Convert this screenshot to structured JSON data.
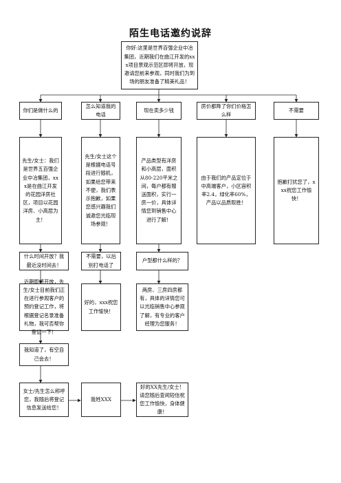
{
  "title": "陌生电话邀约说辞",
  "intro": "你好:这里是世界百强企业中冶集团，近期我们在曲江开发的xxx项目景观示范区即将开放，现邀请您前来参观，同时我们为到场的朋友准备了精美礼品！",
  "branches": [
    {
      "question": "你们是做什么的",
      "answer": "先生/女士：我们是世界五百强企业中冶集团，xxx是在曲江开发的花园洋房社区，项目以花园洋房、小高层为主！"
    },
    {
      "question": "怎么知道我的电话",
      "answer": "先生/女士这个是根据电话号段进行随机，如果给您带来不便，我们表示抱歉，如果您感兴趣我们诚邀您光临现场参观！"
    },
    {
      "question": "现在卖多少钱",
      "answer": "产品类型有洋房和小高层，面积从80-220平米之间，每户都有赠送面积，实行一房一价，具体详情您到销售中心进行了解！"
    },
    {
      "question": "房价都降了你们价格怎么样",
      "answer": "由于我们的产品定位于中高端客户，小区容积率2.4，绿化率60%，产品以品质取胜！"
    },
    {
      "question": "不需要",
      "answer": "抱歉打扰您了，xxx祝您工作愉快！"
    }
  ],
  "row3": {
    "when_open": "什么时间开放？我最近没时间去！",
    "no_need": "不需要，以后别打电话了",
    "layout": "户型都什么样的？"
  },
  "row4": {
    "open_soon": "近期即将开放，先生/女士目前我们正在进行参观客户的预约登记工作，将根据登记名录准备礼物，我可否帮你登记一下！",
    "goodbye": "好的，xxx祝您工作愉快！",
    "layout_answer": "两房、三房四房都有，具体的详情您可以光临销售中心参观了解，有专业的客户经理为您服务！"
  },
  "row5": {
    "will_go": "我知道了，有空自己会去！"
  },
  "row6": {
    "how_call": "女士/先生怎么称呼您，我随后将登记信息发送给您！",
    "surname": "我姓XXX",
    "sms": "好的XX先生/女士！请您随后查阅短信祝您工作愉快，身体健康！"
  }
}
